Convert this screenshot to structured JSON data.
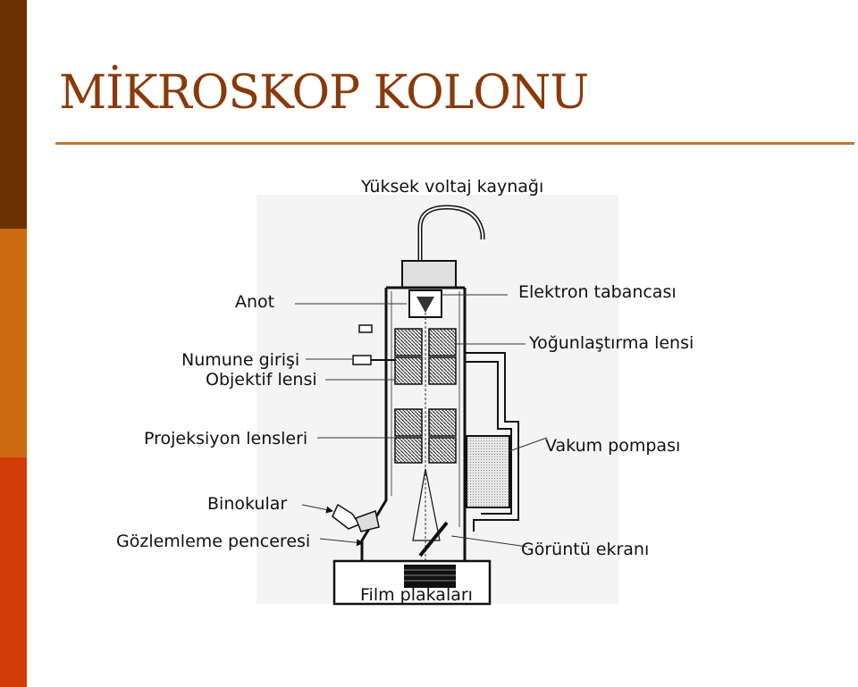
{
  "title": "MİKROSKOP KOLONU",
  "colors": {
    "accent": "#c07830",
    "title_text": "#8a3a0a",
    "sidebar_top": "#6b3200",
    "sidebar_middle": "#cc6a12",
    "sidebar_bottom": "#d23c08"
  },
  "labels": {
    "high_voltage": "Yüksek voltaj kaynağı",
    "anode": "Anot",
    "electron_gun": "Elektron tabancası",
    "condenser_lens": "Yoğunlaştırma lensi",
    "specimen_entry": "Numune girişi",
    "objective_lens": "Objektif lensi",
    "projection_lenses": "Projeksiyon lensleri",
    "vacuum_pump": "Vakum pompası",
    "binocular": "Binokular",
    "observation_window": "Gözlemleme penceresi",
    "display_screen": "Görüntü ekranı",
    "film_plates": "Film plakaları"
  }
}
